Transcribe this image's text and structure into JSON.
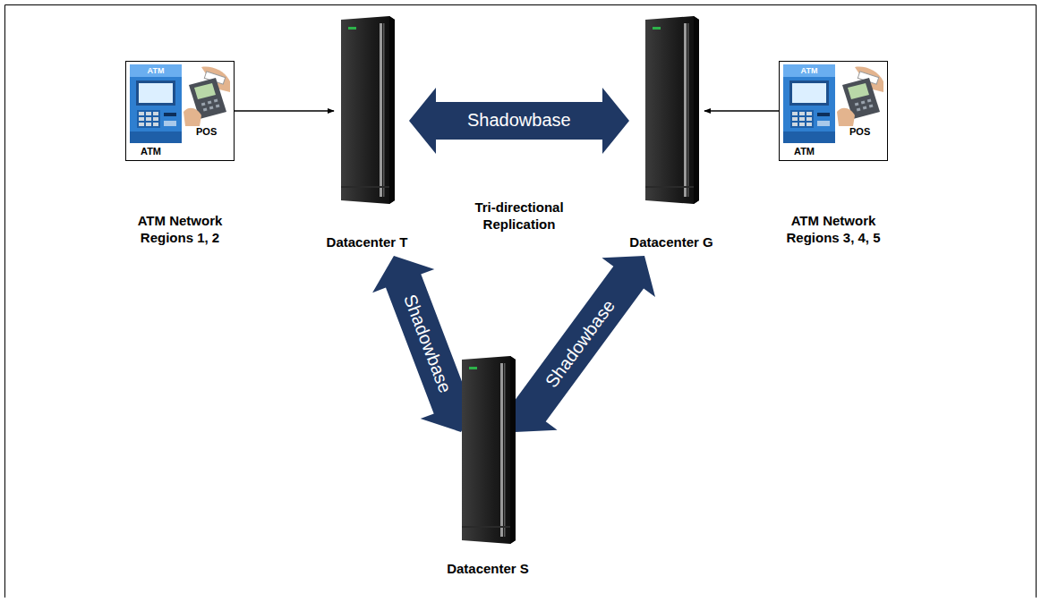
{
  "diagram": {
    "nodes": [
      {
        "text": [
          "ATM",
          "POS",
          "ATM Network Regions 1, 2"
        ]
      },
      {
        "text": [
          "Datacenter T"
        ]
      },
      {
        "text": [
          "Datacenter G"
        ]
      },
      {
        "text": [
          "ATM",
          "POS",
          "ATM Network Regions 3, 4, 5"
        ]
      },
      {
        "text": [
          "Datacenter S"
        ]
      }
    ],
    "edges": [
      {
        "from": 0,
        "to": 1,
        "arrow": "to"
      },
      {
        "from": 3,
        "to": 2,
        "arrow": "to"
      },
      {
        "from": 1,
        "to": 2,
        "label": "Shadowbase",
        "arrow": "both"
      },
      {
        "from": 1,
        "to": 4,
        "label": "Shadowbase",
        "arrow": "both"
      },
      {
        "from": 2,
        "to": 4,
        "label": "Shadowbase",
        "arrow": "both"
      }
    ],
    "labels": [
      "Tri-directional Replication",
      "ATM",
      "ATM"
    ]
  }
}
